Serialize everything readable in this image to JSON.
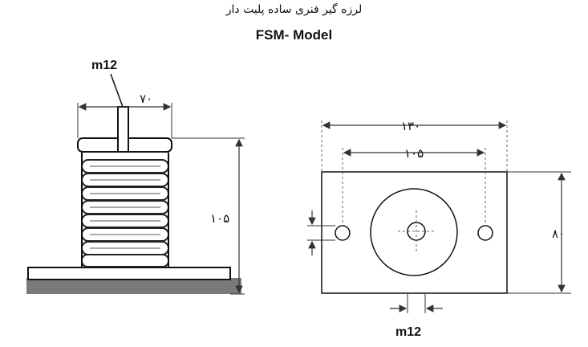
{
  "header": {
    "title_fa": "لرزه گیر فنری ساده پلیت دار",
    "model": "FSM- Model"
  },
  "side_view": {
    "bolt_label": "m12",
    "top_width_label": "۷۰",
    "height_label": "۱۰۵"
  },
  "top_view": {
    "overall_width_label": "۱۳۰",
    "hole_spacing_label": "۱۰۵",
    "height_label": "۸۰",
    "bolt_label": "m12"
  },
  "colors": {
    "line": "#111111",
    "dim_line": "#333333",
    "ground": "#7a7a7a"
  }
}
